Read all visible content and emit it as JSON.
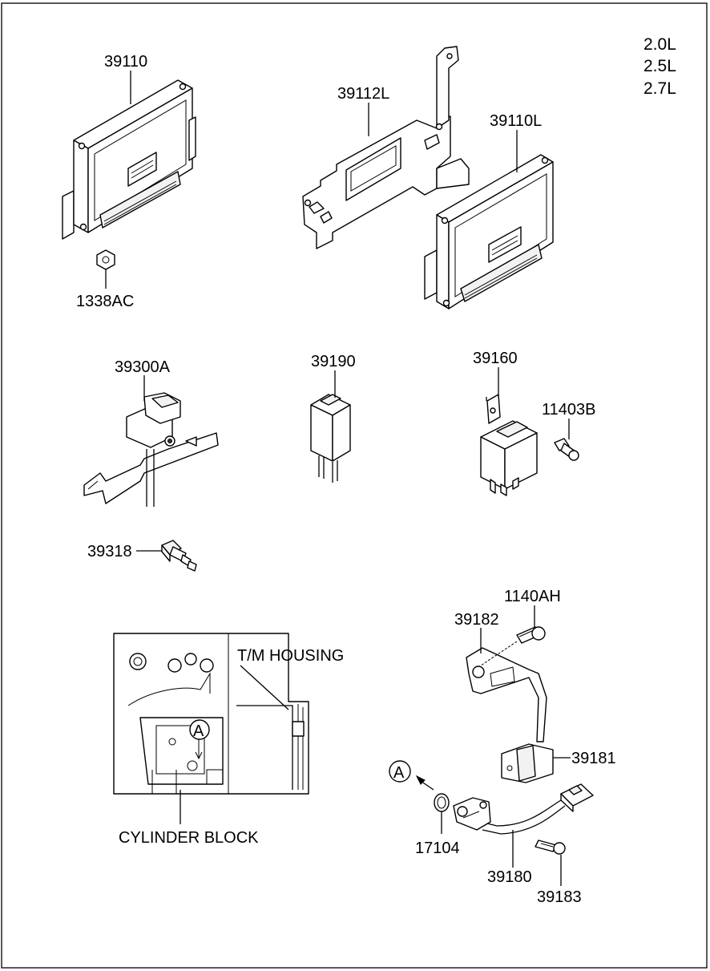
{
  "engine_variants": [
    "2.0L",
    "2.5L",
    "2.7L"
  ],
  "parts": {
    "ecu_1": "39110",
    "nut": "1338AC",
    "bracket": "39112L",
    "ecu_2": "39110L",
    "map_sensor": "39300A",
    "relay_small": "39190",
    "relay_main": "39160",
    "relay_bolt": "11403B",
    "temp_sensor": "39318",
    "bracket_bolt": "1140AH",
    "sensor_bracket": "39182",
    "bracket_clip": "39181",
    "o_ring": "17104",
    "crank_sensor": "39180",
    "sensor_bolt": "39183"
  },
  "detail": {
    "housing_label": "T/M HOUSING",
    "block_label": "CYLINDER BLOCK",
    "ref_marker": "A"
  }
}
